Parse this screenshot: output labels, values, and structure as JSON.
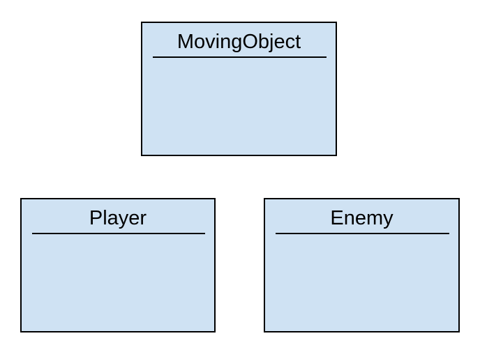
{
  "diagram": {
    "classes": [
      {
        "name": "MovingObject"
      },
      {
        "name": "Player"
      },
      {
        "name": "Enemy"
      }
    ]
  }
}
